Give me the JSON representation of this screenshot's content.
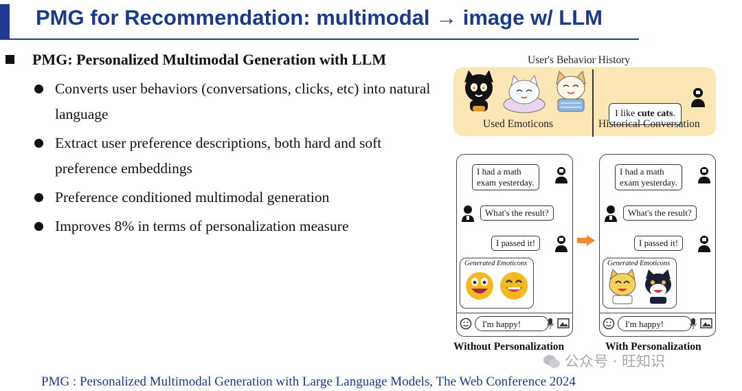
{
  "title": "PMG for Recommendation: multimodal → image w/ LLM",
  "main_bullet": "PMG: Personalized Multimodal Generation with LLM",
  "sub_bullets": [
    "Converts user behaviors (conversations, clicks, etc) into natural language",
    "Extract user preference descriptions, both hard and soft preference embeddings",
    "Preference conditioned multimodal generation",
    "Improves 8% in terms of personalization measure"
  ],
  "figure": {
    "history_title": "User's Behavior History",
    "used_emoticons": "Used Emoticons",
    "historical_conversation": "Historical Conversation",
    "like_prefix": "I like ",
    "like_bold": "cute cats",
    "like_suffix": ".",
    "chat": {
      "msg1_line1": "I had a math",
      "msg1_line2": "exam yesterday.",
      "msg2": "What's the result?",
      "msg3": "I passed it!",
      "generated_label": "Generated Emoticons",
      "input_text": "I'm happy!"
    },
    "caption_left": "Without Personalization",
    "caption_right": "With Personalization",
    "arrow_color": "#ef8a2e",
    "history_bg": "#fbe6b5"
  },
  "citation": "PMG : Personalized Multimodal Generation with Large Language Models, The Web Conference 2024",
  "watermark": "公众号 · 旺知识",
  "colors": {
    "title": "#1a3a8f",
    "citation": "#1a3a8f"
  }
}
